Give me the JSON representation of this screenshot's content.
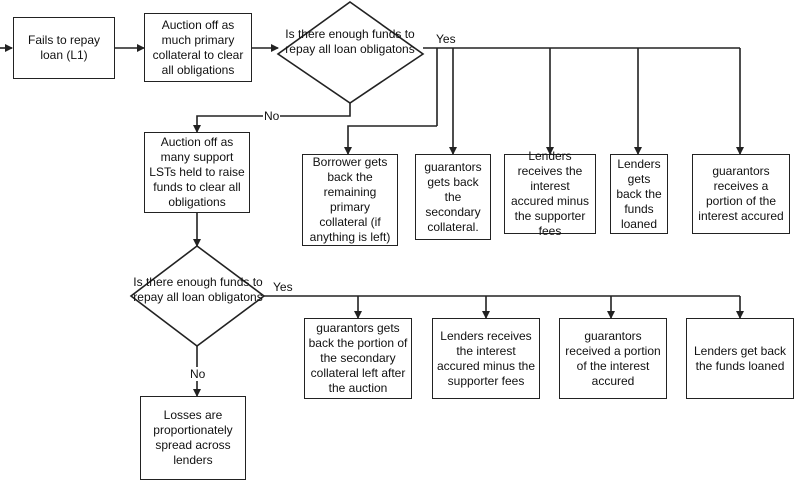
{
  "nodes": {
    "fails": "Fails to repay loan (L1)",
    "auction_primary": "Auction off as much primary collateral to clear all obligations",
    "decision1": "Is there enough funds to repay all loan obligatons",
    "auction_support": "Auction off  as many support LSTs held to raise funds to clear all obligations",
    "borrower_back": "Borrower gets back the remaining primary collateral (if anything is left)",
    "guarantors_secondary": "guarantors gets back the secondary collateral.",
    "lenders_interest1": "Lenders receives the interest accured minus the supporter fees",
    "lenders_funds1": "Lenders gets back the funds loaned",
    "guarantors_interest1": "guarantors receives a portion of the interest accured",
    "decision2": "Is there enough funds to repay all loan obligatons",
    "guarantors_portion": "guarantors gets back the portion of the secondary collateral left after the auction",
    "lenders_interest2": "Lenders receives the interest accured minus the supporter fees",
    "guarantors_interest2": "guarantors received a portion of the interest accured",
    "lenders_funds2": "Lenders get back the funds loaned",
    "losses": "Losses are proportionately spread across lenders"
  },
  "labels": {
    "yes1": "Yes",
    "no1": "No",
    "yes2": "Yes",
    "no2": "No"
  },
  "colors": {
    "stroke": "#222222",
    "fill": "#ffffff"
  }
}
